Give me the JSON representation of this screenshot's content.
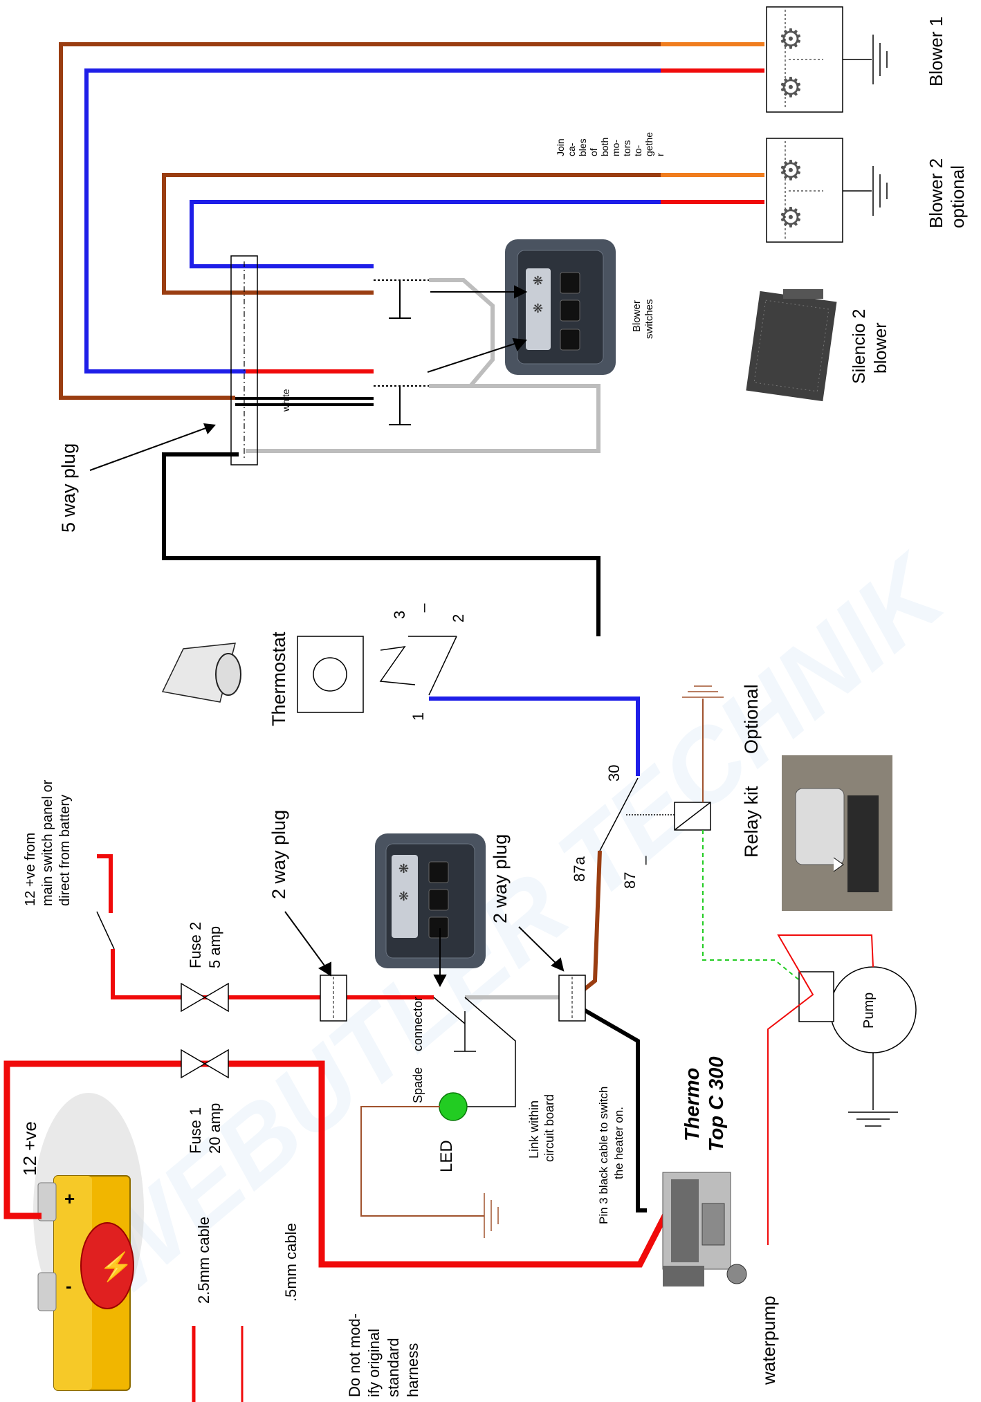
{
  "watermark": "WEBUTLER TECHNIK",
  "labels": {
    "blower1": "Blower 1",
    "blower2_a": "Blower 2",
    "blower2_b": "optional",
    "join": [
      "Join",
      "ca-",
      "bles",
      "of",
      "both",
      "mo-",
      "tors",
      "to-",
      "gethe",
      "r"
    ],
    "blower_switches_a": "Blower",
    "blower_switches_b": "switches",
    "silencio_a": "Silencio 2",
    "silencio_b": "blower",
    "white": "white",
    "five_way_plug": "5 way plug",
    "thermostat": "Thermostat",
    "pin1": "1",
    "pin2": "2",
    "pin3": "3",
    "pin3_bar": "_",
    "relay_30": "30",
    "relay_87a": "87a",
    "relay_87": "87",
    "relay_87_bar": "_",
    "relay_kit": "Relay kit",
    "optional": "Optional",
    "supply_a": "12 +ve from",
    "supply_b": "main switch panel or",
    "supply_c": "direct from battery",
    "two_way_plug_1": "2 way plug",
    "two_way_plug_2": "2 way plug",
    "fuse2_a": "Fuse 2",
    "fuse2_b": "5 amp",
    "fuse1_a": "Fuse 1",
    "fuse1_b": "20 amp",
    "battery_pos": "12 +ve",
    "spade_a": "Spade",
    "spade_b": "connector",
    "led": "LED",
    "link_a": "Link within",
    "link_b": "circuit board",
    "pin3_note_a": "Pin 3 black cable to switch",
    "pin3_note_b": "the heater on.",
    "heater_a": "Thermo",
    "heater_b": "Top C 300",
    "pump": "Pump",
    "waterpump": "waterpump",
    "cable_25": "2.5mm cable",
    "cable_05": ".5mm cable",
    "donot": [
      "Do not mod-",
      "ify original",
      "standard",
      "harness"
    ],
    "battery_plus": "+",
    "battery_minus": "-"
  },
  "colors": {
    "brown": "#9a3d11",
    "blue": "#1e1ee8",
    "red": "#f00a0a",
    "orange": "#f07d1e",
    "black": "#000000",
    "grey": "#bdbdbd",
    "green": "#22cc22",
    "ground_brown": "#a0522d"
  },
  "icons": [
    "fan-icon",
    "ground-icon",
    "battery-icon",
    "fuse-icon",
    "led-icon",
    "relay-icon",
    "thermostat-icon"
  ]
}
